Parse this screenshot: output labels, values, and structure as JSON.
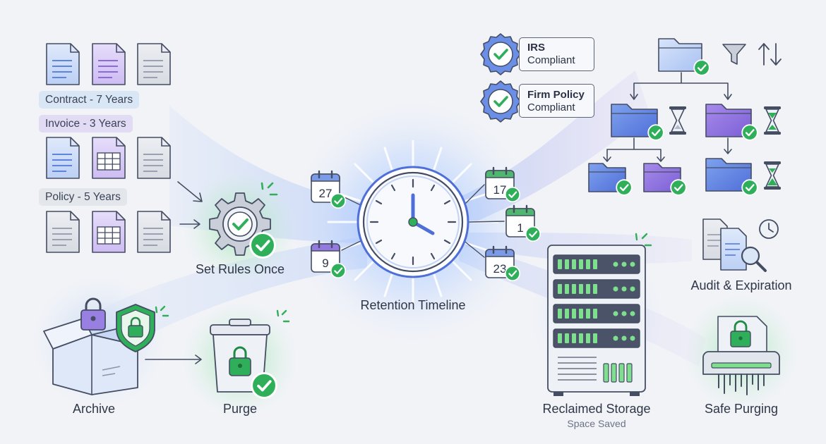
{
  "retention_tags": [
    {
      "text": "Contract - 7 Years",
      "tone": "blue"
    },
    {
      "text": "Invoice - 3 Years",
      "tone": "purple"
    },
    {
      "text": "Policy - 5 Years",
      "tone": "grey"
    }
  ],
  "labels": {
    "set_rules": "Set Rules Once",
    "archive": "Archive",
    "purge": "Purge",
    "timeline": "Retention Timeline",
    "reclaimed": "Reclaimed Storage",
    "space_saved": "Space Saved",
    "audit": "Audit & Expiration",
    "safe_purging": "Safe Purging"
  },
  "compliance_badges": [
    {
      "line1": "IRS",
      "line2": "Compliant"
    },
    {
      "line1": "Firm Policy",
      "line2": "Compliant"
    }
  ],
  "calendar_dates": [
    "27",
    "9",
    "17",
    "1",
    "23"
  ],
  "colors": {
    "blue": "#6b8fe6",
    "purple": "#9479df",
    "green": "#2faf5a",
    "glow_green": "#8fe3a8",
    "glow_blue": "#9fc4ff",
    "outline": "#454d63"
  },
  "icons": [
    "document-icon",
    "spreadsheet-icon",
    "gear-icon",
    "check-icon",
    "clock-icon",
    "calendar-icon",
    "folder-icon",
    "hourglass-icon",
    "filter-icon",
    "sort-icon",
    "server-icon",
    "shredder-icon",
    "magnifier-icon",
    "lock-icon",
    "shield-icon",
    "box-icon",
    "trash-icon"
  ]
}
